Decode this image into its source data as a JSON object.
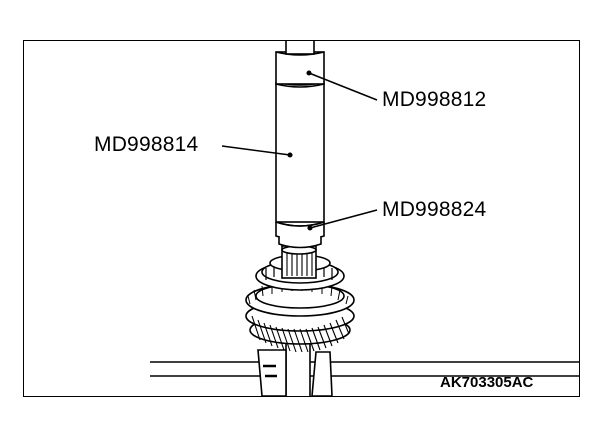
{
  "labels": {
    "tool_top": "MD998812",
    "tool_body": "MD998814",
    "tool_bottom": "MD998824"
  },
  "figure_id": "AK703305AC"
}
